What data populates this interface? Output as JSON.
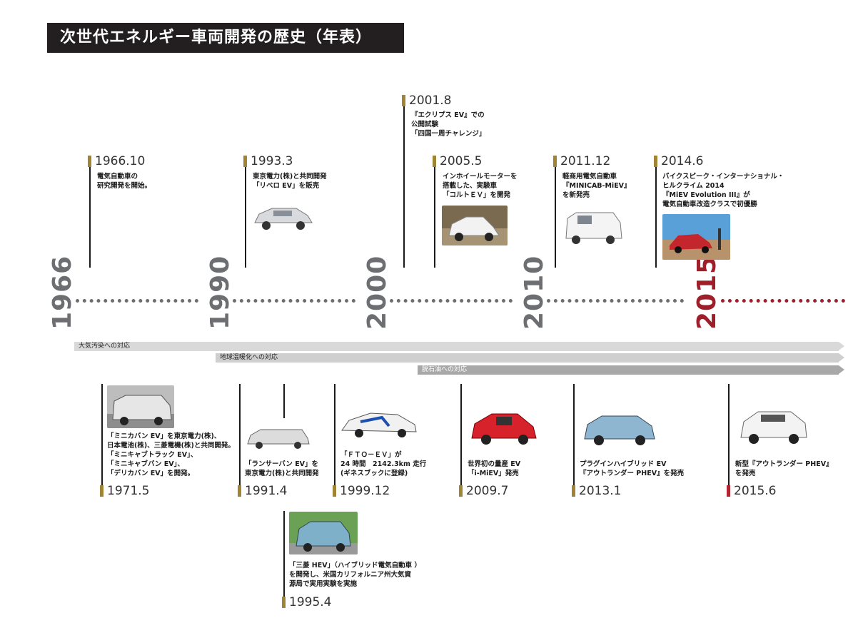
{
  "title": "次世代エネルギー車両開発の歴史（年表）",
  "years": [
    "1966",
    "1990",
    "2000",
    "2010",
    "2015"
  ],
  "bands": [
    "大気汚染への対応",
    "地球温暖化への対応",
    "脱石油への対応"
  ],
  "upper_events": [
    {
      "date": "1966.10",
      "desc": "電気自動車の\n研究開発を開始。"
    },
    {
      "date": "1993.3",
      "desc": "東京電力(株)と共同開発\n「リベロ EV」を販売"
    },
    {
      "date": "2001.8",
      "desc": "『エクリプス EV』での\n公開試験\n「四国一周チャレンジ」"
    },
    {
      "date": "2005.5",
      "desc": "インホイールモーターを\n搭載した、実験車\n「コルトＥＶ」を開発"
    },
    {
      "date": "2011.12",
      "desc": "軽商用電気自動車\n『MINICAB-MiEV』\nを新発売"
    },
    {
      "date": "2014.6",
      "desc": "パイクスピーク・インターナショナル・\nヒルクライム 2014\n『MiEV Evolution III』が\n電気自動車改造クラスで初優勝"
    }
  ],
  "lower_events": [
    {
      "date": "1971.5",
      "desc": "「ミニカバン EV」を東京電力(株)、\n日本電池(株)、三菱電機(株)と共同開発。\n「ミニキャブトラック EV」、\n「ミニキャブバン EV」、\n「デリカバン EV」を開発。"
    },
    {
      "date": "1991.4",
      "desc": "「ランサーバン EV」を\n東京電力(株)と共同開発"
    },
    {
      "date": "1995.4",
      "desc": "「三菱 HEV」（ハイブリッド電気自動車 ）\nを開発し、米国カリフォルニア州大気資\n源局で実用実験を実施"
    },
    {
      "date": "1999.12",
      "desc": "「ＦＴＯ－ＥＶ」が\n24 時間　2142.3km 走行\n(ギネスブックに登録)"
    },
    {
      "date": "2009.7",
      "desc": "世界初の量産 EV\n「i-MiEV」発売"
    },
    {
      "date": "2013.1",
      "desc": "プラグインハイブリッド EV\n『アウトランダー PHEV』を発売"
    },
    {
      "date": "2015.6",
      "desc": "新型『アウトランダー PHEV』\nを発売"
    }
  ],
  "colors": {
    "gold": "#a08435",
    "red": "#9e1f2a",
    "gray": "#6d6e71"
  }
}
